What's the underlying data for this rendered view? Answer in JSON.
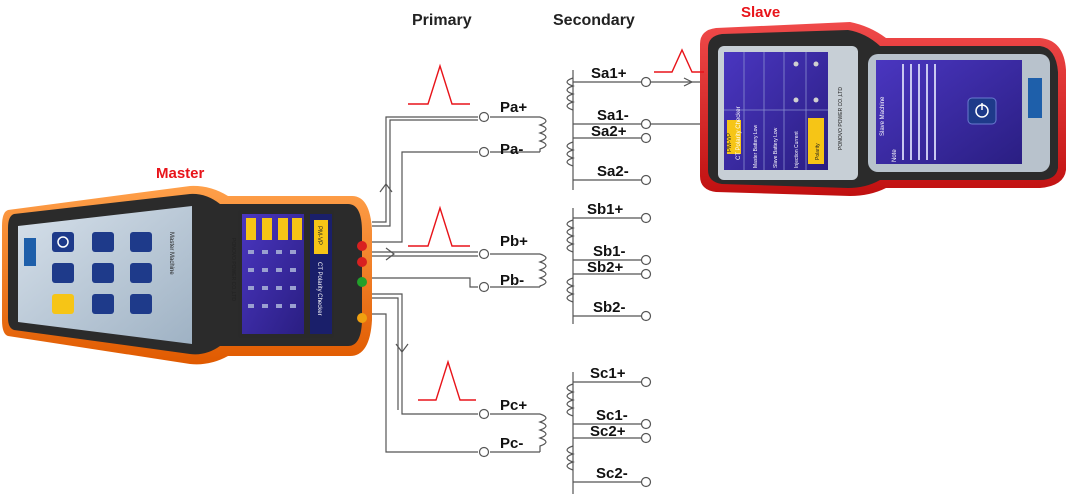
{
  "headers": {
    "primary": "Primary",
    "secondary": "Secondary"
  },
  "devices": {
    "master": {
      "label": "Master",
      "brand": "PONOVO",
      "title": "CT Polarity Checker",
      "mode": "PM-VP",
      "side_caption": "Master Machine",
      "company": "PONOVO POWER CO.,LTD"
    },
    "slave": {
      "label": "Slave",
      "brand": "PONOVO",
      "title": "CT Polarity Checker",
      "mode": "PM-VP",
      "company": "PONOVO POWER CO.,LTD",
      "screen_title": "Slave Machine",
      "note_label": "Note",
      "rows": [
        "Master Battery Low",
        "Slave Battery Low",
        "Injection Current",
        "Polarity"
      ]
    }
  },
  "primary_terminals": [
    {
      "id": "pa_plus",
      "label": "Pa+"
    },
    {
      "id": "pa_minus",
      "label": "Pa-"
    },
    {
      "id": "pb_plus",
      "label": "Pb+"
    },
    {
      "id": "pb_minus",
      "label": "Pb-"
    },
    {
      "id": "pc_plus",
      "label": "Pc+"
    },
    {
      "id": "pc_minus",
      "label": "Pc-"
    }
  ],
  "secondary_terminals": [
    {
      "id": "sa1_plus",
      "label": "Sa1+"
    },
    {
      "id": "sa1_minus",
      "label": "Sa1-"
    },
    {
      "id": "sa2_plus",
      "label": "Sa2+"
    },
    {
      "id": "sa2_minus",
      "label": "Sa2-"
    },
    {
      "id": "sb1_plus",
      "label": "Sb1+"
    },
    {
      "id": "sb1_minus",
      "label": "Sb1-"
    },
    {
      "id": "sb2_plus",
      "label": "Sb2+"
    },
    {
      "id": "sb2_minus",
      "label": "Sb2-"
    },
    {
      "id": "sc1_plus",
      "label": "Sc1+"
    },
    {
      "id": "sc1_minus",
      "label": "Sc1-"
    },
    {
      "id": "sc2_plus",
      "label": "Sc2+"
    },
    {
      "id": "sc2_minus",
      "label": "Sc2-"
    }
  ],
  "colors": {
    "label_red": "#e8141a",
    "pulse_red": "#e8141a",
    "wire": "#555555",
    "orange_body": "#ff7a1a",
    "slave_red": "#e02020",
    "device_dark": "#2b2b2b",
    "keypad_face": "#b9c8d6",
    "key_blue": "#1e3a8a",
    "screen_blue": "#3b2a9e",
    "label_yellow": "#f6c516"
  }
}
